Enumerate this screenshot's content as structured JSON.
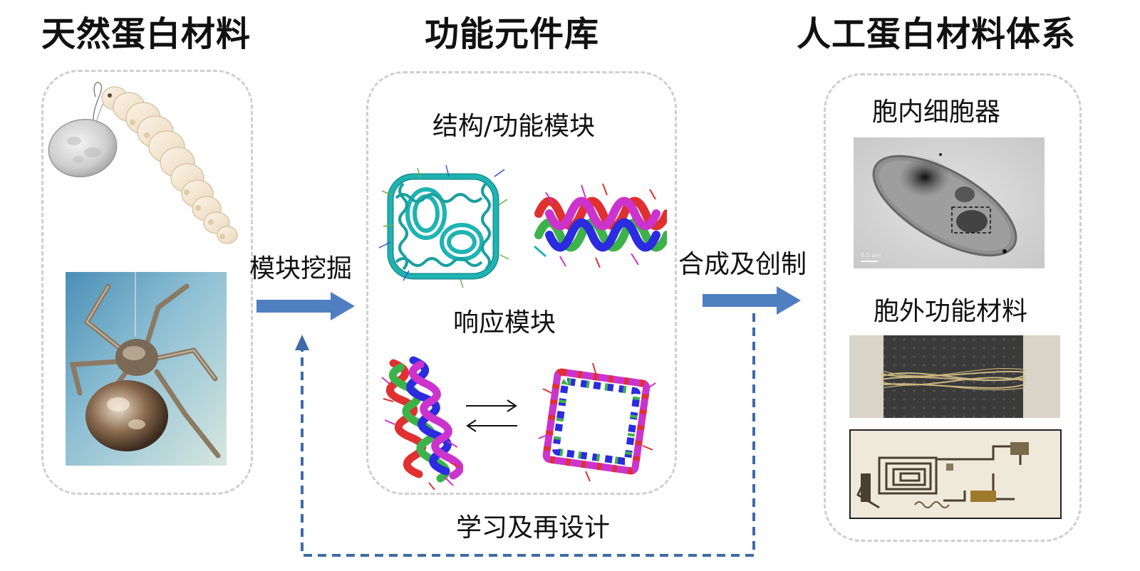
{
  "columns": {
    "natural": {
      "title": "天然蛋白材料"
    },
    "library": {
      "title": "功能元件库",
      "structure_label": "结构/功能模块",
      "response_label": "响应模块"
    },
    "artificial": {
      "title": "人工蛋白材料体系",
      "intracellular_label": "胞内细胞器",
      "extracellular_label": "胞外功能材料",
      "tem_scale": "0.5 μm"
    }
  },
  "arrows": {
    "mining": "模块挖掘",
    "synthesis": "合成及创制",
    "feedback": "学习及再设计"
  },
  "colors": {
    "arrow_blue": "#4f7fc1",
    "feedback_blue": "#3e6aa8",
    "panel_border": "#cfcfcf",
    "helix_teal": "#1fb3b3",
    "helix_red": "#e03030",
    "helix_green": "#3cb34a",
    "helix_blue": "#2b2be0",
    "helix_magenta": "#cc33cc"
  },
  "icons": {
    "silkworm": "silkworm-illustration",
    "spider": "spider-photo",
    "protein_cage": "protein-cage-structure",
    "helix": "alpha-helix-structure"
  }
}
